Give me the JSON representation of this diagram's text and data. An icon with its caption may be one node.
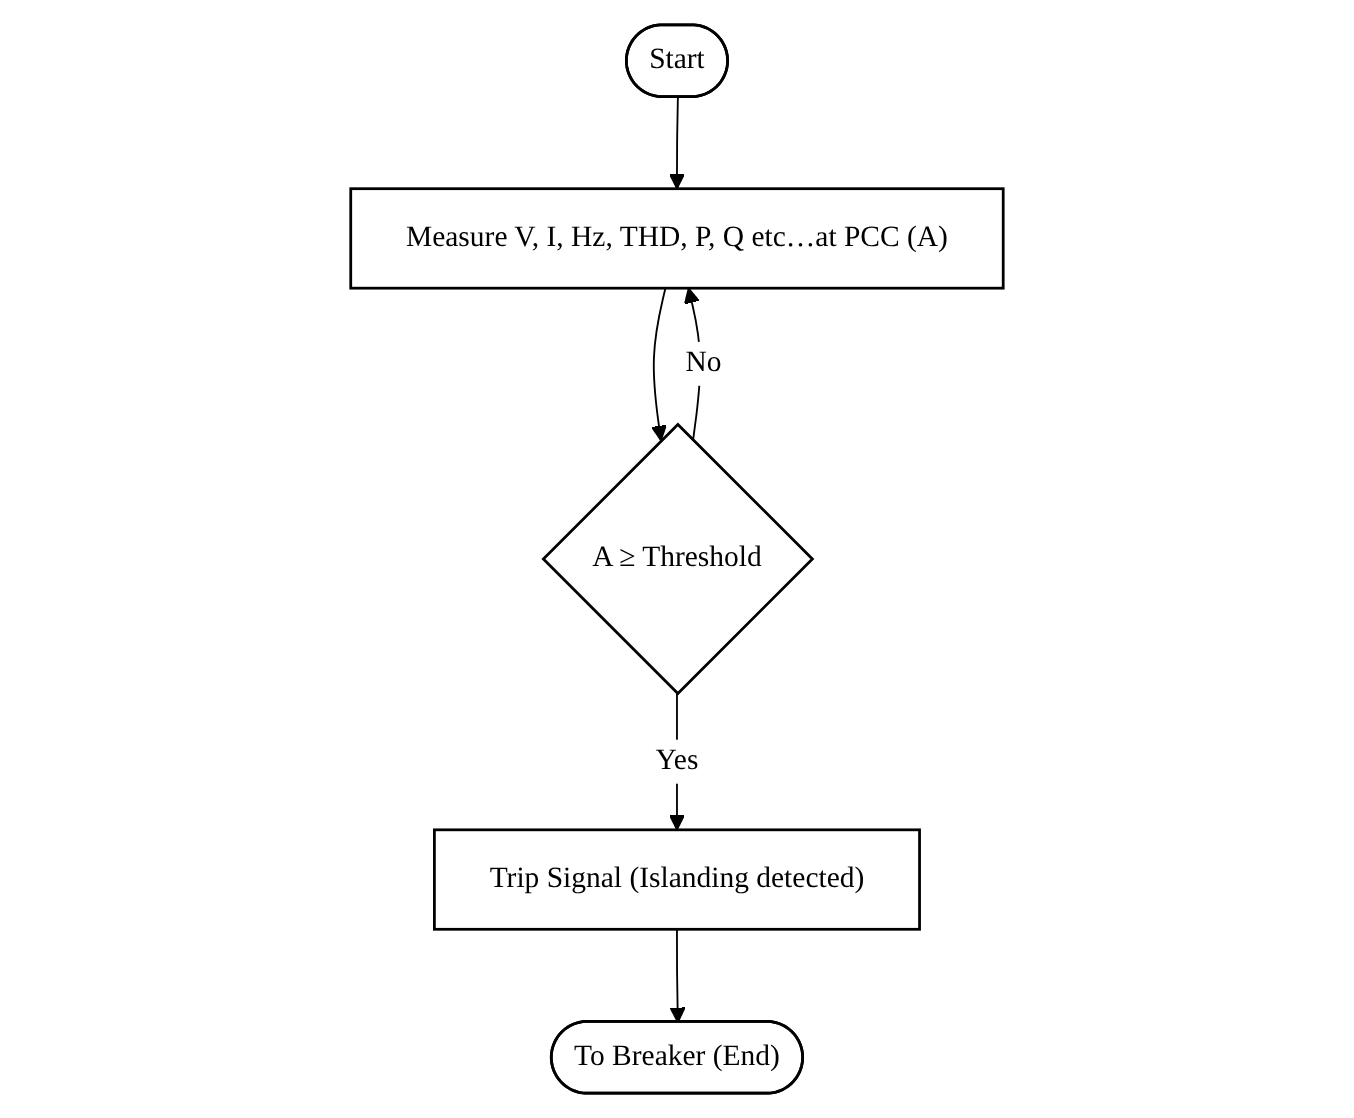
{
  "diagram": {
    "nodes": [
      {
        "text": [
          "Start"
        ]
      },
      {
        "text": [
          "Measure V, I, Hz, THD, P, Q etc…at PCC (A)"
        ]
      },
      {
        "text": [
          "A ≥ Threshold"
        ]
      },
      {
        "text": [
          "Trip Signal (Islanding detected)"
        ]
      },
      {
        "text": [
          "To Breaker (End)"
        ]
      }
    ],
    "edges": [
      {
        "from": 0,
        "to": 1,
        "arrow": "to"
      },
      {
        "from": 1,
        "to": 2,
        "arrow": "to"
      },
      {
        "from": 2,
        "to": 3,
        "arrow": "to",
        "label": "Yes"
      },
      {
        "from": 2,
        "to": 1,
        "arrow": "to",
        "label": "No"
      },
      {
        "from": 3,
        "to": 4,
        "arrow": "to"
      }
    ]
  }
}
